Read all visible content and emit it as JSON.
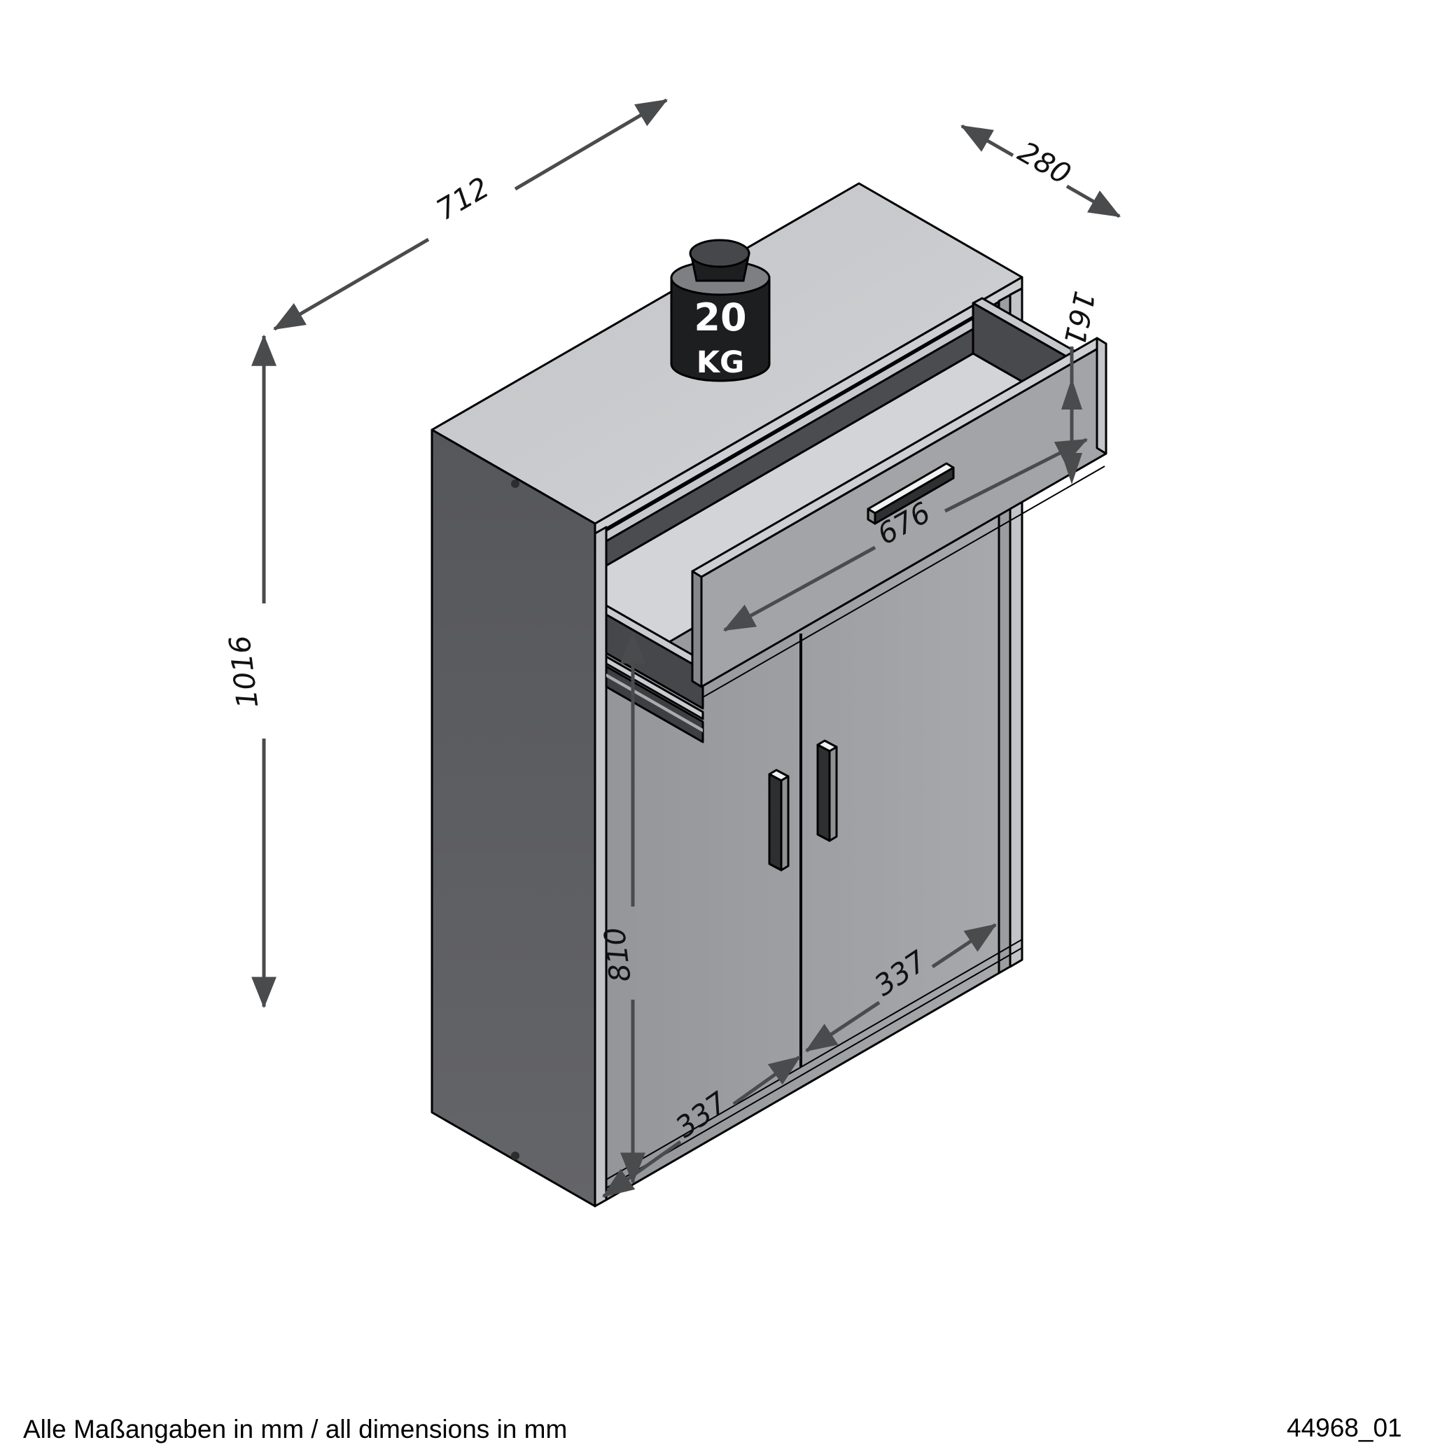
{
  "footer": {
    "note": "Alle Maßangaben in mm / all dimensions in mm",
    "drawing_number": "44968_01"
  },
  "weight_badge": {
    "value": "20",
    "unit": "KG"
  },
  "dimensions": {
    "width": "712",
    "depth": "280",
    "height": "1016",
    "drawer_front_width": "676",
    "drawer_front_height": "161",
    "door_height": "810",
    "left_door_width": "337",
    "right_door_width": "337"
  },
  "colors": {
    "line": "#000000",
    "dimension_gray": "#4a4b4d",
    "side_panel": "#5d5e61",
    "front_panel": "#9b9da0",
    "top_panel": "#c6c8cb",
    "drawer_interior": "#d2d4d7",
    "cavity_dark": "#3f4042",
    "weight_body": "#1d1e20"
  }
}
